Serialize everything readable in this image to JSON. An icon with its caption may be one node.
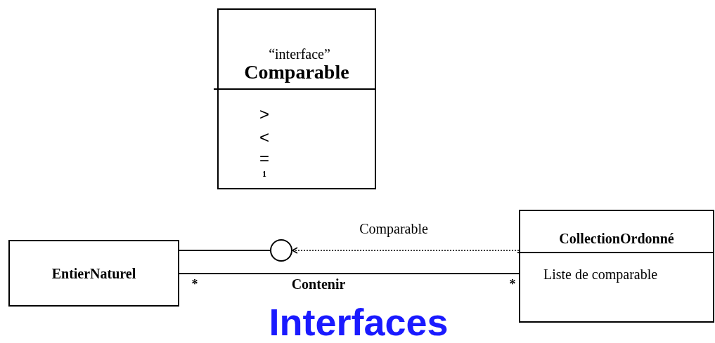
{
  "diagram": {
    "title": "Interfaces",
    "nodes": [
      {
        "text": [
          "“interface”",
          "Comparable",
          ">",
          "<",
          "=",
          "1"
        ]
      },
      {
        "text": [
          "EntierNaturel"
        ]
      },
      {
        "text": [],
        "shape": "circle"
      },
      {
        "text": [
          "CollectionOrdonné",
          "Liste de comparable"
        ]
      }
    ],
    "edges": [
      {
        "from": 1,
        "to": 2,
        "arrow": "none"
      },
      {
        "from": 3,
        "to": 2,
        "arrow": "to",
        "style": "dashed",
        "label": "Comparable"
      },
      {
        "from": 1,
        "to": 3,
        "arrow": "none",
        "label": "Contenir"
      }
    ],
    "labels": [
      "*",
      "*"
    ]
  }
}
